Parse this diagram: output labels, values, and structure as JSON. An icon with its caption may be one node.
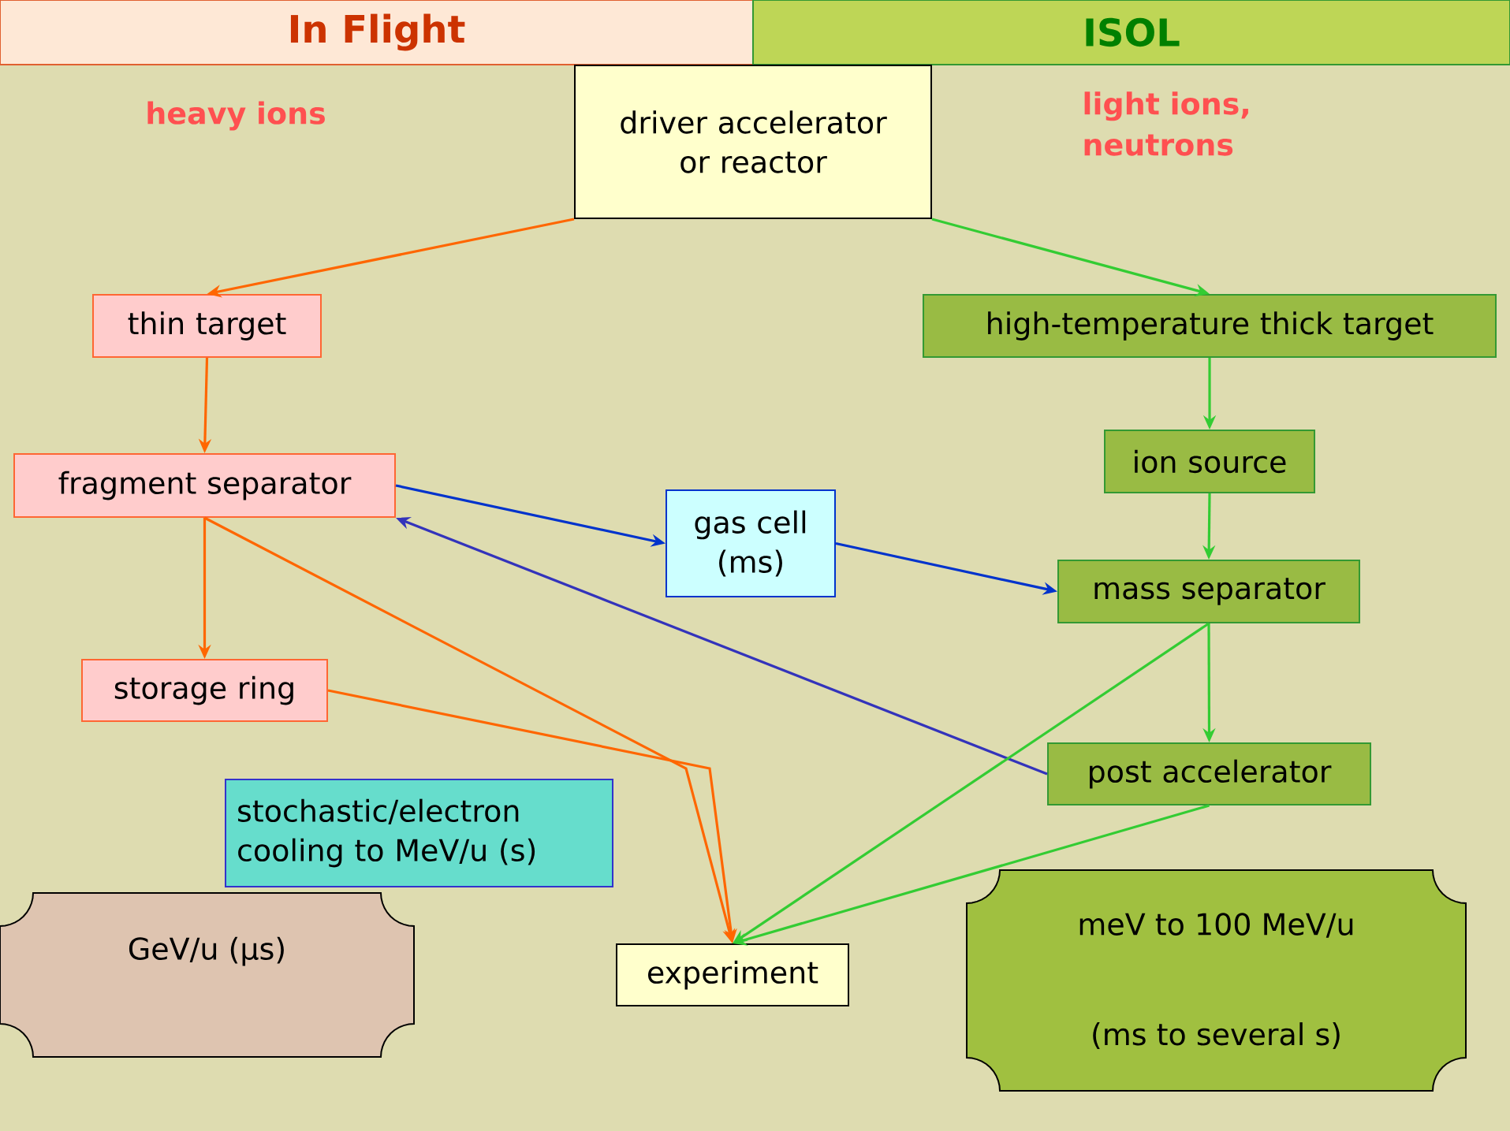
{
  "diagram": {
    "nodes": [
      {
        "text": [
          "In Flight"
        ]
      },
      {
        "text": [
          "ISOL"
        ]
      },
      {
        "text": [
          "driver accelerator or reactor"
        ]
      },
      {
        "text": [
          "thin target"
        ]
      },
      {
        "text": [
          "high-temperature thick target"
        ]
      },
      {
        "text": [
          "ion source"
        ]
      },
      {
        "text": [
          "fragment separator"
        ]
      },
      {
        "text": [
          "gas cell (ms)"
        ]
      },
      {
        "text": [
          "mass separator"
        ]
      },
      {
        "text": [
          "storage ring"
        ]
      },
      {
        "text": [
          "post accelerator"
        ]
      },
      {
        "text": [
          "stochastic/electron cooling to MeV/u (s)"
        ]
      },
      {
        "text": [
          "GeV/u (μs)"
        ]
      },
      {
        "text": [
          "experiment"
        ]
      },
      {
        "text": [
          "meV  to 100 MeV/u",
          "(ms to several s)"
        ]
      }
    ],
    "edges": [
      {
        "from": 2,
        "to": 3,
        "arrow": "to",
        "color": "#ff6600"
      },
      {
        "from": 2,
        "to": 4,
        "arrow": "to"
      },
      {
        "from": 3,
        "to": 6,
        "arrow": "to",
        "color": "#ff6600"
      },
      {
        "from": 4,
        "to": 5,
        "arrow": "to"
      },
      {
        "from": 6,
        "to": 7,
        "arrow": "to",
        "color": "#0033cc"
      },
      {
        "from": 5,
        "to": 8,
        "arrow": "to"
      },
      {
        "from": 7,
        "to": 8,
        "arrow": "to",
        "color": "#0033cc"
      },
      {
        "from": 10,
        "to": 6,
        "arrow": "to",
        "color": "#3333bb"
      },
      {
        "from": 6,
        "to": 9,
        "arrow": "to",
        "color": "#ff6600"
      },
      {
        "from": 8,
        "to": 10,
        "arrow": "to"
      },
      {
        "from": 6,
        "to": 13,
        "arrow": "to",
        "color": "#ff6600"
      },
      {
        "from": 9,
        "to": 13,
        "arrow": "to",
        "color": "#ff6600"
      },
      {
        "from": 8,
        "to": 13,
        "arrow": "to"
      },
      {
        "from": 10,
        "to": 13,
        "arrow": "to"
      }
    ],
    "labels": [
      "heavy ions",
      "light ions, neutrons"
    ]
  }
}
